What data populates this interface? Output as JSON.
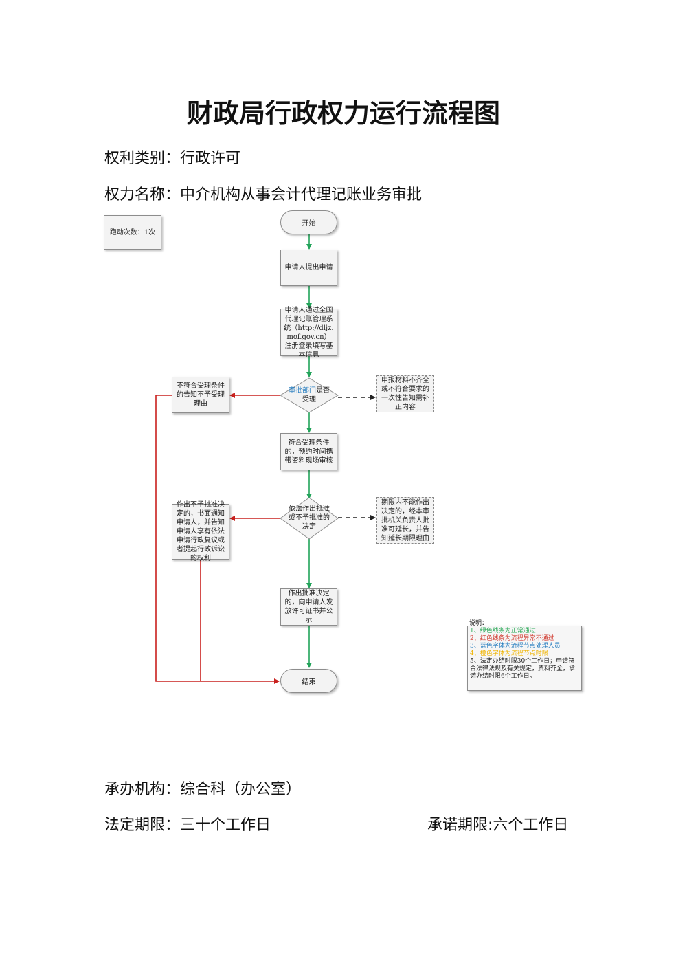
{
  "document": {
    "title": "财政局行政权力运行流程图",
    "category": "权利类别：行政许可",
    "power_name": "权力名称：中介机构从事会计代理记账业务审批",
    "organization": "承办机构：综合科（办公室）",
    "legal_deadline": "法定期限：三十个工作日",
    "promised_deadline": "承诺期限:六个工作日"
  },
  "flowchart": {
    "run_count": "跑动次数：1次",
    "start": "开始",
    "step_apply": "申请人提出申请",
    "step_register": "申请人通过全国代理记账管理系统（http://dljz.mof.gov.cn）注册登录填写基本信息",
    "decision_accept_blue": "审批部门",
    "decision_accept_rest": "是否受理",
    "reject_accept": "不符合受理条件的告知不予受理理由",
    "supplement_note": "申报材料不齐全或不符合要求的一次性告知需补正内容",
    "step_onsite": "符合受理条件的，预约时间携带资料现场审核",
    "decision_approve": "依法作出批准或不予批准的决定",
    "reject_approve": "作出不予批准决定的，书面通知申请人，并告知申请人享有依法申请行政复议或者提起行政诉讼的权利",
    "extension_note": "期限内不能作出决定的，经本审批机关负责人批准可延长，并告知延长期限理由",
    "step_issue": "作出批准决定的，向申请人发放许可证书并公示",
    "end": "结束"
  },
  "legend": {
    "title": "说明：",
    "items": [
      {
        "text": "1、绿色线条为正常通过",
        "color": "#2eaa5a"
      },
      {
        "text": "2、红色线条为流程异常不通过",
        "color": "#d03a2f"
      },
      {
        "text": "3、蓝色字体为流程节点处理人员",
        "color": "#2a7fc0"
      },
      {
        "text": "4、橙色字体为流程节点时限",
        "color": "#f0b400"
      },
      {
        "text": "5、法定办结时限30个工作日；申请符合法律法规及有关规定，资料齐全，承诺办结时限6个工作日。",
        "color": "#222222"
      }
    ]
  },
  "colors": {
    "pass_line": "#22a35a",
    "fail_line": "#c9211e",
    "dashed_line": "#333333",
    "handler_text": "#2a7fc0"
  }
}
